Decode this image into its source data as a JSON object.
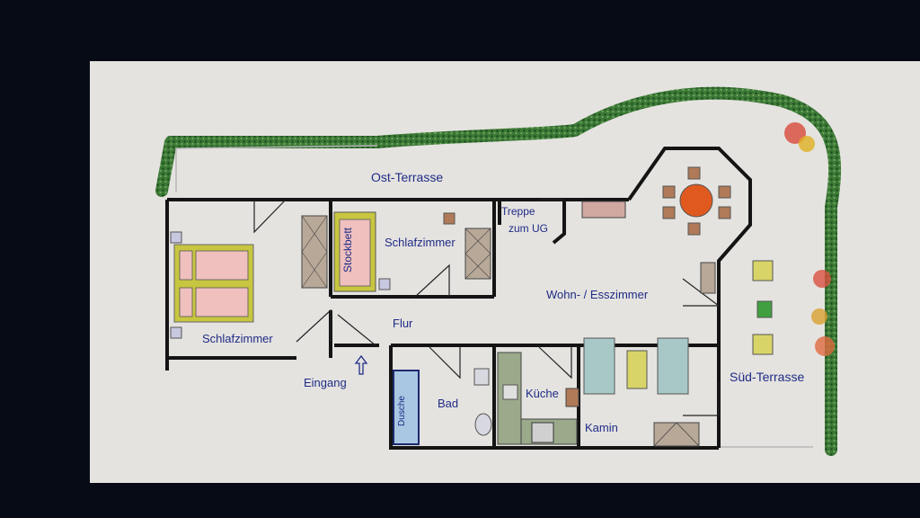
{
  "labels": {
    "ost_terrasse": "Ost-Terrasse",
    "sued_terrasse": "Süd-Terrasse",
    "schlafzimmer_links": "Schlafzimmer",
    "schlafzimmer_mitte": "Schlafzimmer",
    "stockbett": "Stockbett",
    "treppe_line1": "Treppe",
    "treppe_line2": "zum UG",
    "wohn_esszimmer": "Wohn- / Esszimmer",
    "flur": "Flur",
    "eingang": "Eingang",
    "bad": "Bad",
    "dusche": "Dusche",
    "kueche": "Küche",
    "kamin": "Kamin"
  },
  "colors": {
    "screen_border": "#070b16",
    "paper": "#e5e3e0",
    "wall": "#141414",
    "label_text": "#1f2c86",
    "hedge": "#2e6a2c",
    "bed_fill": "#efc0be",
    "bed_frame": "#c8c640",
    "table": "#e05a20",
    "chair": "#b07a58",
    "sofa": "#a8c8c8",
    "coffee_table": "#d8d468",
    "cabinet": "#b8a898",
    "kitchen": "#9aaa8a",
    "shower": "#a9c7e2",
    "flowers": "#e04040"
  }
}
